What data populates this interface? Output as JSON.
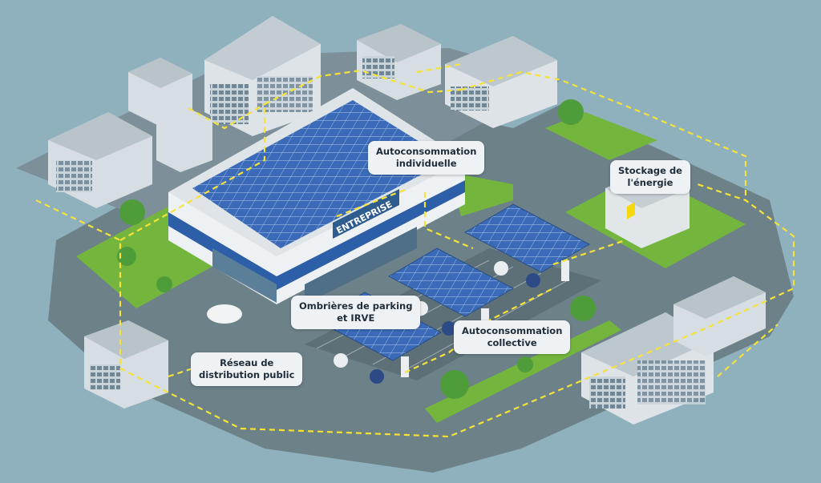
{
  "building_sign": "ENTREPRISE",
  "labels": {
    "autoconsommation_individuelle": [
      "Autoconsommation",
      "individuelle"
    ],
    "stockage": [
      "Stockage de",
      "l'énergie"
    ],
    "ombrieres": [
      "Ombrières de parking",
      "et IRVE"
    ],
    "autoconsommation_collective": [
      "Autoconsommation",
      "collective"
    ],
    "reseau": [
      "Réseau de",
      "distribution public"
    ]
  },
  "colors": {
    "background": "#8fb0bd",
    "road": "#6c8088",
    "grass": "#74b63d",
    "panel": "#3a6ab5",
    "flow_line": "#f5e23a"
  }
}
